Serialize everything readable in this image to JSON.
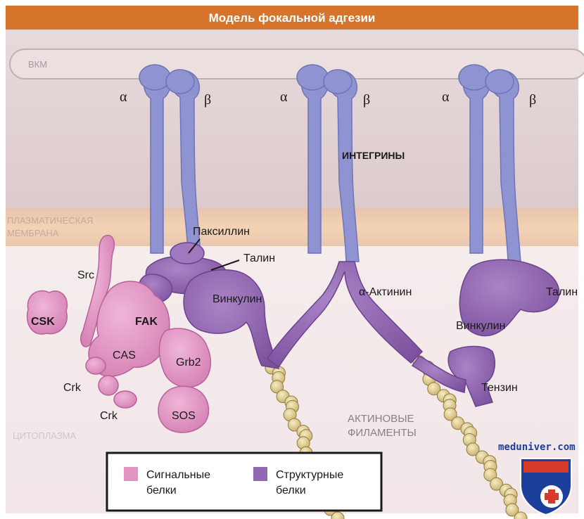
{
  "title": "Модель фокальной адгезии",
  "regions": {
    "ecm": "ВКМ",
    "membrane_line1": "ПЛАЗМАТИЧЕСКАЯ",
    "membrane_line2": "МЕМБРАНА",
    "cytoplasm": "ЦИТОПЛАЗМА"
  },
  "integrin_subunits": {
    "alpha": "α",
    "beta": "β"
  },
  "labels": {
    "integrins": "ИНТЕГРИНЫ",
    "paxillin": "Паксиллин",
    "talin_1": "Талин",
    "talin_2": "Талин",
    "vinculin_1": "Винкулин",
    "vinculin_2": "Винкулин",
    "alpha_actinin": "α-Актинин",
    "tensin": "Тензин",
    "src": "Src",
    "csk": "CSK",
    "fak": "FAK",
    "cas": "CAS",
    "grb2": "Grb2",
    "crk_1": "Crk",
    "crk_2": "Crk",
    "sos": "SOS",
    "actin_line1": "АКТИНОВЫЕ",
    "actin_line2": "ФИЛАМЕНТЫ"
  },
  "legend": {
    "signaling_line1": "Сигнальные",
    "signaling_line2": "белки",
    "structural_line1": "Структурные",
    "structural_line2": "белки"
  },
  "colors": {
    "title_bar": "#d7742b",
    "ecm": "#e2d2d3",
    "membrane": "#f0cdae",
    "cytoplasm": "#f4eaeb",
    "integrin": "#8f93d2",
    "signaling": "#e193c2",
    "structural": "#9267b2",
    "actin": "#e6d49a"
  },
  "watermark": "meduniver.com"
}
